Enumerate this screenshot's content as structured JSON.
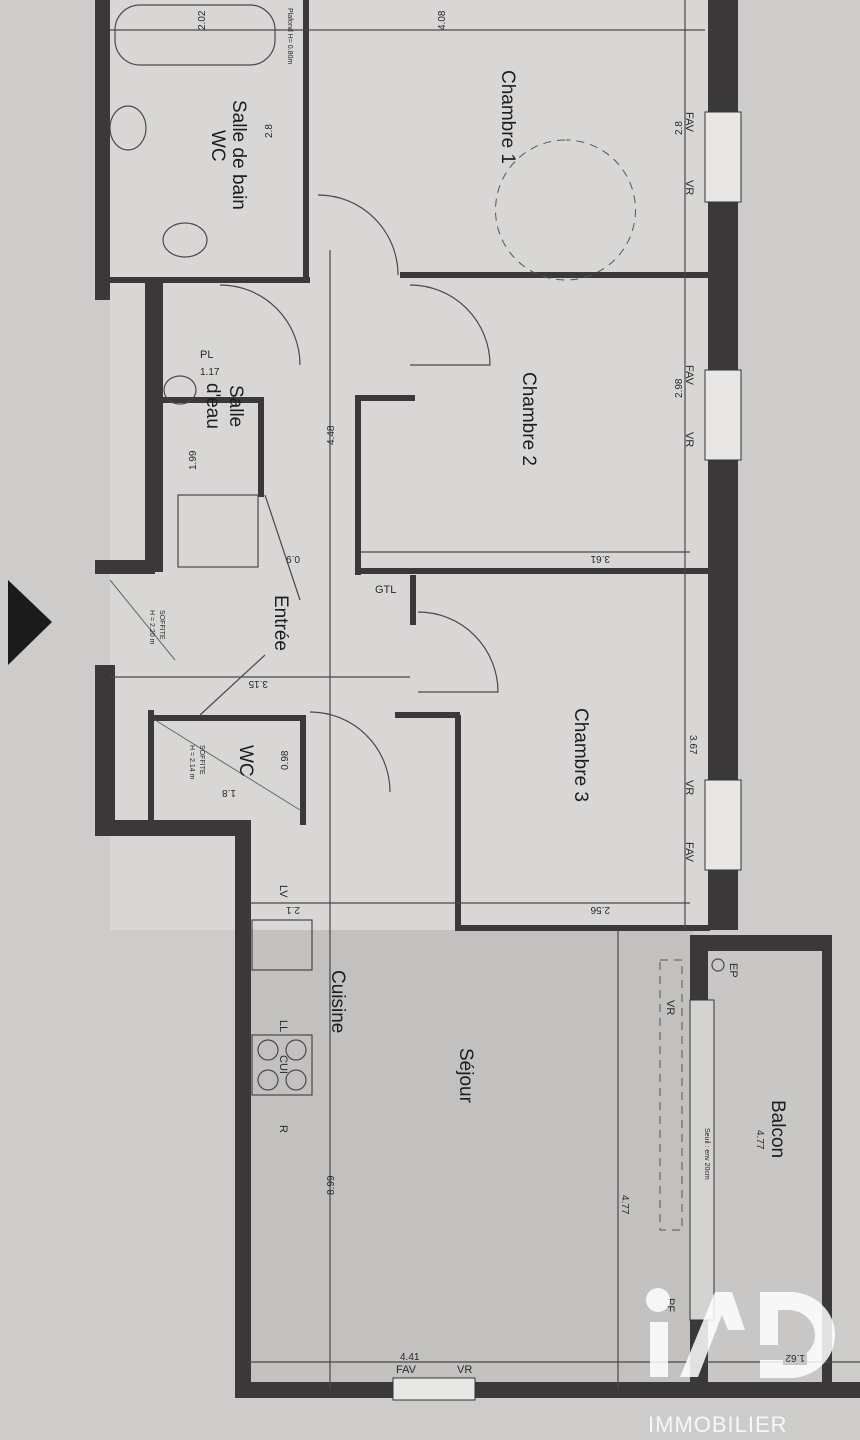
{
  "rooms": {
    "chambre1": "Chambre 1",
    "chambre2": "Chambre 2",
    "chambre3": "Chambre 3",
    "salle_de_bain": "Salle de bain",
    "salle_de_bain_wc": "WC",
    "salle_eau_1": "Salle",
    "salle_eau_2": "d'eau",
    "entree": "Entrée",
    "wc": "WC",
    "cuisine": "Cuisine",
    "sejour": "Séjour",
    "balcon": "Balcon"
  },
  "dimensions": {
    "bath_width": "2.02",
    "ch1_bed": "4.08",
    "bath_length": "2.8",
    "ch1_width": "2.8",
    "ch2_width": "2.98",
    "hall_length": "4.48",
    "sde_width": "1.17",
    "sde_length": "1.99",
    "hall_width": "0.9",
    "ch2_length": "3.61",
    "entree_width": "3.15",
    "wc_width": "0.98",
    "wc_length": "1.8",
    "ch3_width": "3.67",
    "cuisine_width": "2.1",
    "ch3_length": "2.56",
    "sejour_length": "8.99",
    "sejour_width": "4.77",
    "balcon_length": "4.77",
    "sejour_depth": "4.41",
    "balcon_width": "1.62"
  },
  "labels": {
    "fav": "FAV",
    "vr": "VR",
    "pl": "PL",
    "gtl": "GTL",
    "lv": "LV",
    "ll": "LL",
    "cui": "CUI",
    "r": "R",
    "ep": "EP",
    "pf": "PF",
    "soffite": "SOFFITE",
    "soffite_h1": "H = 2.20 m",
    "soffite_h2": "H = 2.14 m",
    "seuil": "Seuil : env 20cm",
    "plafond": "Plafond H= 0.80m"
  },
  "watermark": {
    "logo": "iAD",
    "sub": "IMMOBILIER"
  }
}
